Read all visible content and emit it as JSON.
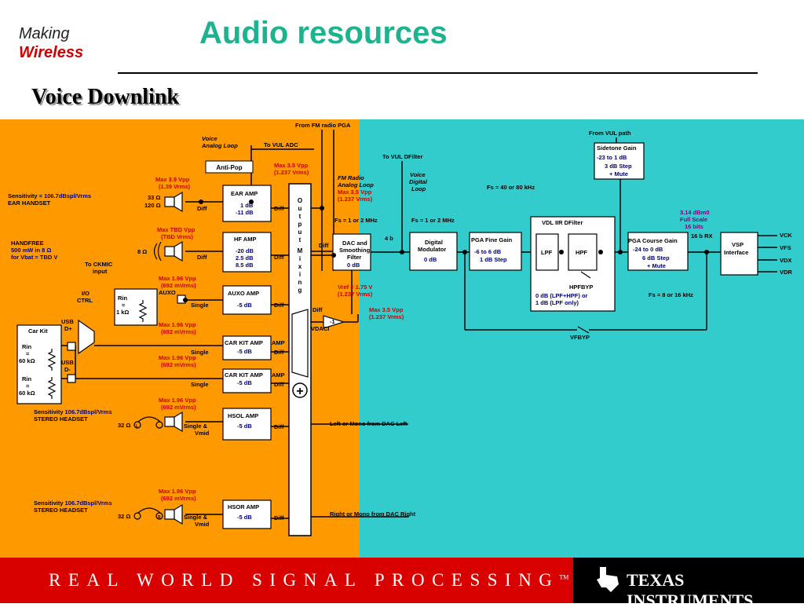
{
  "header": {
    "logo_line1": "Making",
    "logo_line2": "Wireless",
    "title": "Audio resources",
    "subtitle": "Voice Downlink"
  },
  "colors": {
    "orange": "#ff9900",
    "teal": "#33cccc",
    "red": "#d90000",
    "title_green": "#1db38f",
    "darkred": "#cc0000",
    "navy": "#000080",
    "purple": "#800080"
  },
  "labels": {
    "from_fm": "From FM radio PGA",
    "voice_analog_loop_1": "Voice",
    "voice_analog_loop_2": "Analog Loop",
    "to_vul_adc": "To VUL ADC",
    "max35_a": "Max 3.5 Vpp",
    "max35_a2": "(1.237 Vrms)",
    "anti_pop": "Anti-Pop",
    "max39": "Max 3.9 Vpp",
    "max39_2": "(1.39 Vrms)",
    "sens_ear_1": "Sensitivity = ",
    "sens_ear_val": "106.7dBspl/Vrms",
    "sens_ear_2": "EAR HANDSET",
    "ohm33": "33 Ω",
    "ohm120": "120 Ω",
    "ear_amp": "EAR AMP",
    "ear_amp_1": "1 dB",
    "ear_amp_2": "-11 dB",
    "diff": "Diff",
    "max_tbd": "Max TBD Vpp",
    "max_tbd_2": "(TBD Vrms)",
    "handfree_1": "HANDFREE",
    "handfree_2": "500 mW in 8 Ω",
    "handfree_3": "for Vbat = TBD V",
    "ohm8": "8 Ω",
    "hf_amp": "HF AMP",
    "hf_1": "-20 dB",
    "hf_2": "2.5 dB",
    "hf_3": "8.5 dB",
    "to_ckmic_1": "To CKMIC",
    "to_ckmic_2": "input",
    "max196": "Max 1.96 Vpp",
    "max196_2": "(692 mVrms)",
    "auxo": "AUXO",
    "auxo_amp": "AUXO AMP",
    "minus5": "-5 dB",
    "single": "Single",
    "io_ctrl_1": "I/O",
    "io_ctrl_2": "CTRL",
    "rin": "Rin",
    "eq": "=",
    "rin_1k": "1 kΩ",
    "car_kit": "Car Kit",
    "rin_60k": "60 kΩ",
    "usb_dplus_1": "USB",
    "usb_dplus_2": "D+",
    "usb_dminus_1": "USB",
    "usb_dminus_2": "D-",
    "car_kit_amp": "CAR KIT AMP",
    "sens_stereo_1": "Sensitivity ",
    "sens_stereo_val": "106.7dBspl/Vrms",
    "stereo_headset": "STEREO HEADSET",
    "ohm32": "32 Ω",
    "hsol_amp": "HSOL AMP",
    "hsor_amp": "HSOR AMP",
    "single_vmid_1": "Single &",
    "single_vmid_2": "Vmid",
    "left_dac": "Left or Mono from DAC Left",
    "right_dac": "Right or Mono from DAC Right",
    "output_mixing": "Output Mixing",
    "fm_radio_loop_1": "FM Radio",
    "fm_radio_loop_2": "Analog Loop",
    "max35_b": "Max 3.5 Vpp",
    "max35_b2": "(1.237 Vrms)",
    "fs_12": "Fs = 1 or 2 MHz",
    "dac_1": "DAC and",
    "dac_2": "Smoothing",
    "dac_3": "Filter",
    "dac_4": "0 dB",
    "four_b": "4 b",
    "vref_1": "Vref = 1.75 V",
    "vref_2": "(1.237 Vrms)",
    "minus1": "-1",
    "vdaci": "VDACI",
    "max35_c": "Max 3.5 Vpp",
    "max35_c2": "(1.237 Vrms)",
    "to_vul_dfilter": "To VUL DFilter",
    "voice_digital_loop_1": "Voice",
    "voice_digital_loop_2": "Digital",
    "voice_digital_loop_3": "Loop",
    "dig_mod_1": "Digital",
    "dig_mod_2": "Modulator",
    "dig_mod_3": "0 dB",
    "pga_fine": "PGA Fine Gain",
    "pga_fine_1": "-6 to 6 dB",
    "pga_fine_2": "1 dB Step",
    "fs_4080": "Fs = 40 or 80 kHz",
    "vdl_iir": "VDL IIR DFilter",
    "lpf": "LPF",
    "hpf": "HPF",
    "hpfbyp": "HPFBYP",
    "hpfbyp_1": "0 dB (LPF+HPF) or",
    "hpfbyp_2": "1 dB (LPF only)",
    "vfbyp": "VFBYP",
    "from_vul": "From VUL path",
    "sidetone": "Sidetone Gain",
    "sidetone_1": "-23 to 1 dB",
    "sidetone_2": "3 dB Step",
    "sidetone_3": "+ Mute",
    "pga_course": "PGA Course Gain",
    "pga_course_1": "-24 to 0 dB",
    "pga_course_2": "6 dB Step",
    "pga_course_3": "+ Mute",
    "scale_1": "3.14 dBm0",
    "scale_2": "Full Scale",
    "scale_3": "16 bits",
    "rx16": "16 b RX",
    "vsp_1": "VSP",
    "vsp_2": "Interface",
    "vck": "VCK",
    "vfs": "VFS",
    "vdx": "VDX",
    "vdr": "VDR",
    "fs_816": "Fs = 8 or 16 kHz",
    "amp_tag": "AMP",
    "mixer_o": "O",
    "mixer_u": "u",
    "mixer_t": "t",
    "mixer_p": "p",
    "mixer_u2": "u",
    "mixer_t2": "t",
    "mixer_M": "M",
    "mixer_i": "i",
    "mixer_x": "x",
    "mixer_i2": "i",
    "mixer_n": "n",
    "mixer_g": "g",
    "plus": "+",
    "headset_l": "L",
    "headset_r": "R"
  },
  "footer": {
    "slogan": "REAL WORLD SIGNAL PROCESSING",
    "tm": "TM",
    "ti_brand": "TEXAS INSTRUMENTS"
  }
}
